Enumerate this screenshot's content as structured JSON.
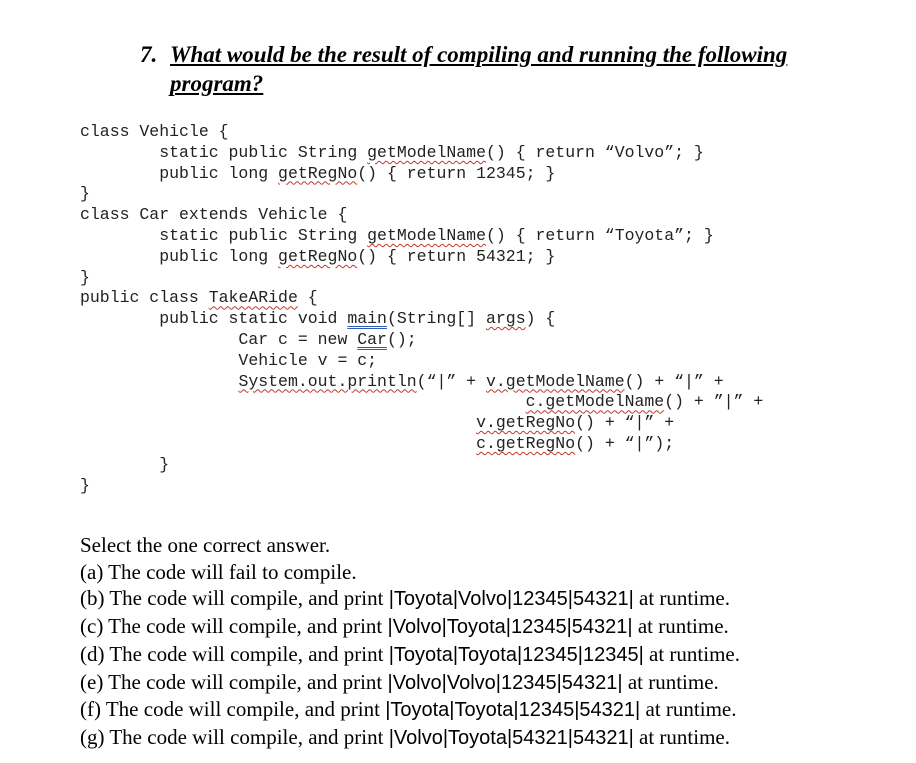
{
  "question": {
    "number": "7.",
    "line1": "What would be the result of compiling and running the following",
    "line2": "program?"
  },
  "code": {
    "l1": "class Vehicle {",
    "l2_a": "        static public String ",
    "l2_b": "getModelName",
    "l2_c": "() { return “Volvo”; }",
    "l3_a": "        public long ",
    "l3_b": "getRegNo",
    "l3_c": "() { return 12345; }",
    "l4": "}",
    "l5": "class Car extends Vehicle {",
    "l6_a": "        static public String ",
    "l6_b": "getModelName",
    "l6_c": "() { return “Toyota”; }",
    "l7_a": "        public long ",
    "l7_b": "getRegNo",
    "l7_c": "() { return 54321; }",
    "l8": "}",
    "l9_a": "public class ",
    "l9_b": "TakeARide",
    "l9_c": " {",
    "l10_a": "        public static void ",
    "l10_b": "main",
    "l10_c": "(String[] ",
    "l10_d": "args",
    "l10_e": ") {",
    "l11_a": "                Car c = new ",
    "l11_b": "Car",
    "l11_c": "();",
    "l12": "                Vehicle v = c;",
    "l13_a": "                ",
    "l13_b": "System.out.println",
    "l13_c": "(“|” + ",
    "l13_d": "v.getModelName",
    "l13_e": "() + “|” +",
    "l14_a": "                                             ",
    "l14_b": "c.getModelName",
    "l14_c": "() + ”|” +",
    "l15_a": "                                        ",
    "l15_b": "v.getRegNo",
    "l15_c": "() + “|” +",
    "l16_a": "                                        ",
    "l16_b": "c.getRegNo",
    "l16_c": "() + “|”);",
    "l17": "        }",
    "l18": "}"
  },
  "answers": {
    "prompt": "Select the one correct answer.",
    "a": "(a) The code will fail to compile.",
    "b_pre": "(b) The code will compile, and print ",
    "b_out": "|Toyota|Volvo|12345|54321|",
    "b_post": " at runtime.",
    "c_pre": "(c) The code will compile, and print ",
    "c_out": "|Volvo|Toyota|12345|54321|",
    "c_post": " at runtime.",
    "d_pre": "(d) The code will compile, and print ",
    "d_out": "|Toyota|Toyota|12345|12345|",
    "d_post": " at runtime.",
    "e_pre": "(e) The code will compile, and print ",
    "e_out": "|Volvo|Volvo|12345|54321|",
    "e_post": " at runtime.",
    "f_pre": "(f) The code will compile, and print ",
    "f_out": "|Toyota|Toyota|12345|54321|",
    "f_post": " at runtime.",
    "g_pre": "(g) The code will compile, and print ",
    "g_out": "|Volvo|Toyota|54321|54321|",
    "g_post": " at runtime."
  }
}
